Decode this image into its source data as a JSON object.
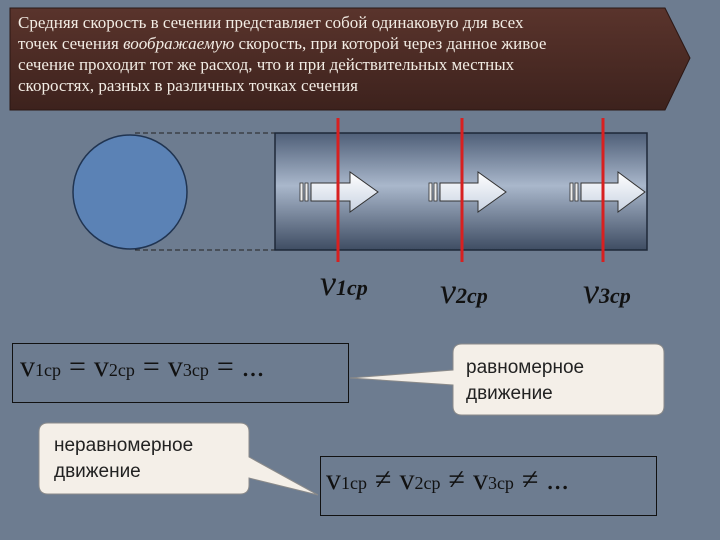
{
  "banner": {
    "line1": "Средняя скорость в сечении представляет собой одинаковую для всех",
    "line2_before": "точек сечения ",
    "line2_emph": "воображаемую",
    "line2_after": " скорость, при которой через данное живое",
    "line3": "сечение проходит тот же расход, что и при действительных местных",
    "line4": "скоростях, разных в различных точках сечения"
  },
  "velocity_labels": [
    {
      "symbol": "v",
      "sub": "1ср"
    },
    {
      "symbol": "v",
      "sub": "2ср"
    },
    {
      "symbol": "v",
      "sub": "3ср"
    }
  ],
  "uniform": {
    "equation": {
      "v": "v",
      "s1": "1ср",
      "s2": "2ср",
      "s3": "3ср",
      "op": "=",
      "tail": "..."
    },
    "callout_line1": "равномерное",
    "callout_line2": "движение"
  },
  "nonuniform": {
    "equation": {
      "v": "v",
      "s1": "1ср",
      "s2": "2ср",
      "s3": "3ср",
      "op": "≠",
      "tail": "..."
    },
    "callout_line1": "неравномерное",
    "callout_line2": "движение"
  },
  "colors": {
    "background": "#6d7c90",
    "banner": "#4a2a24",
    "circle": "#5b82b5",
    "pipe": "#6f82a0",
    "section_line": "#d82020",
    "callout_fill": "#f4efe8"
  }
}
